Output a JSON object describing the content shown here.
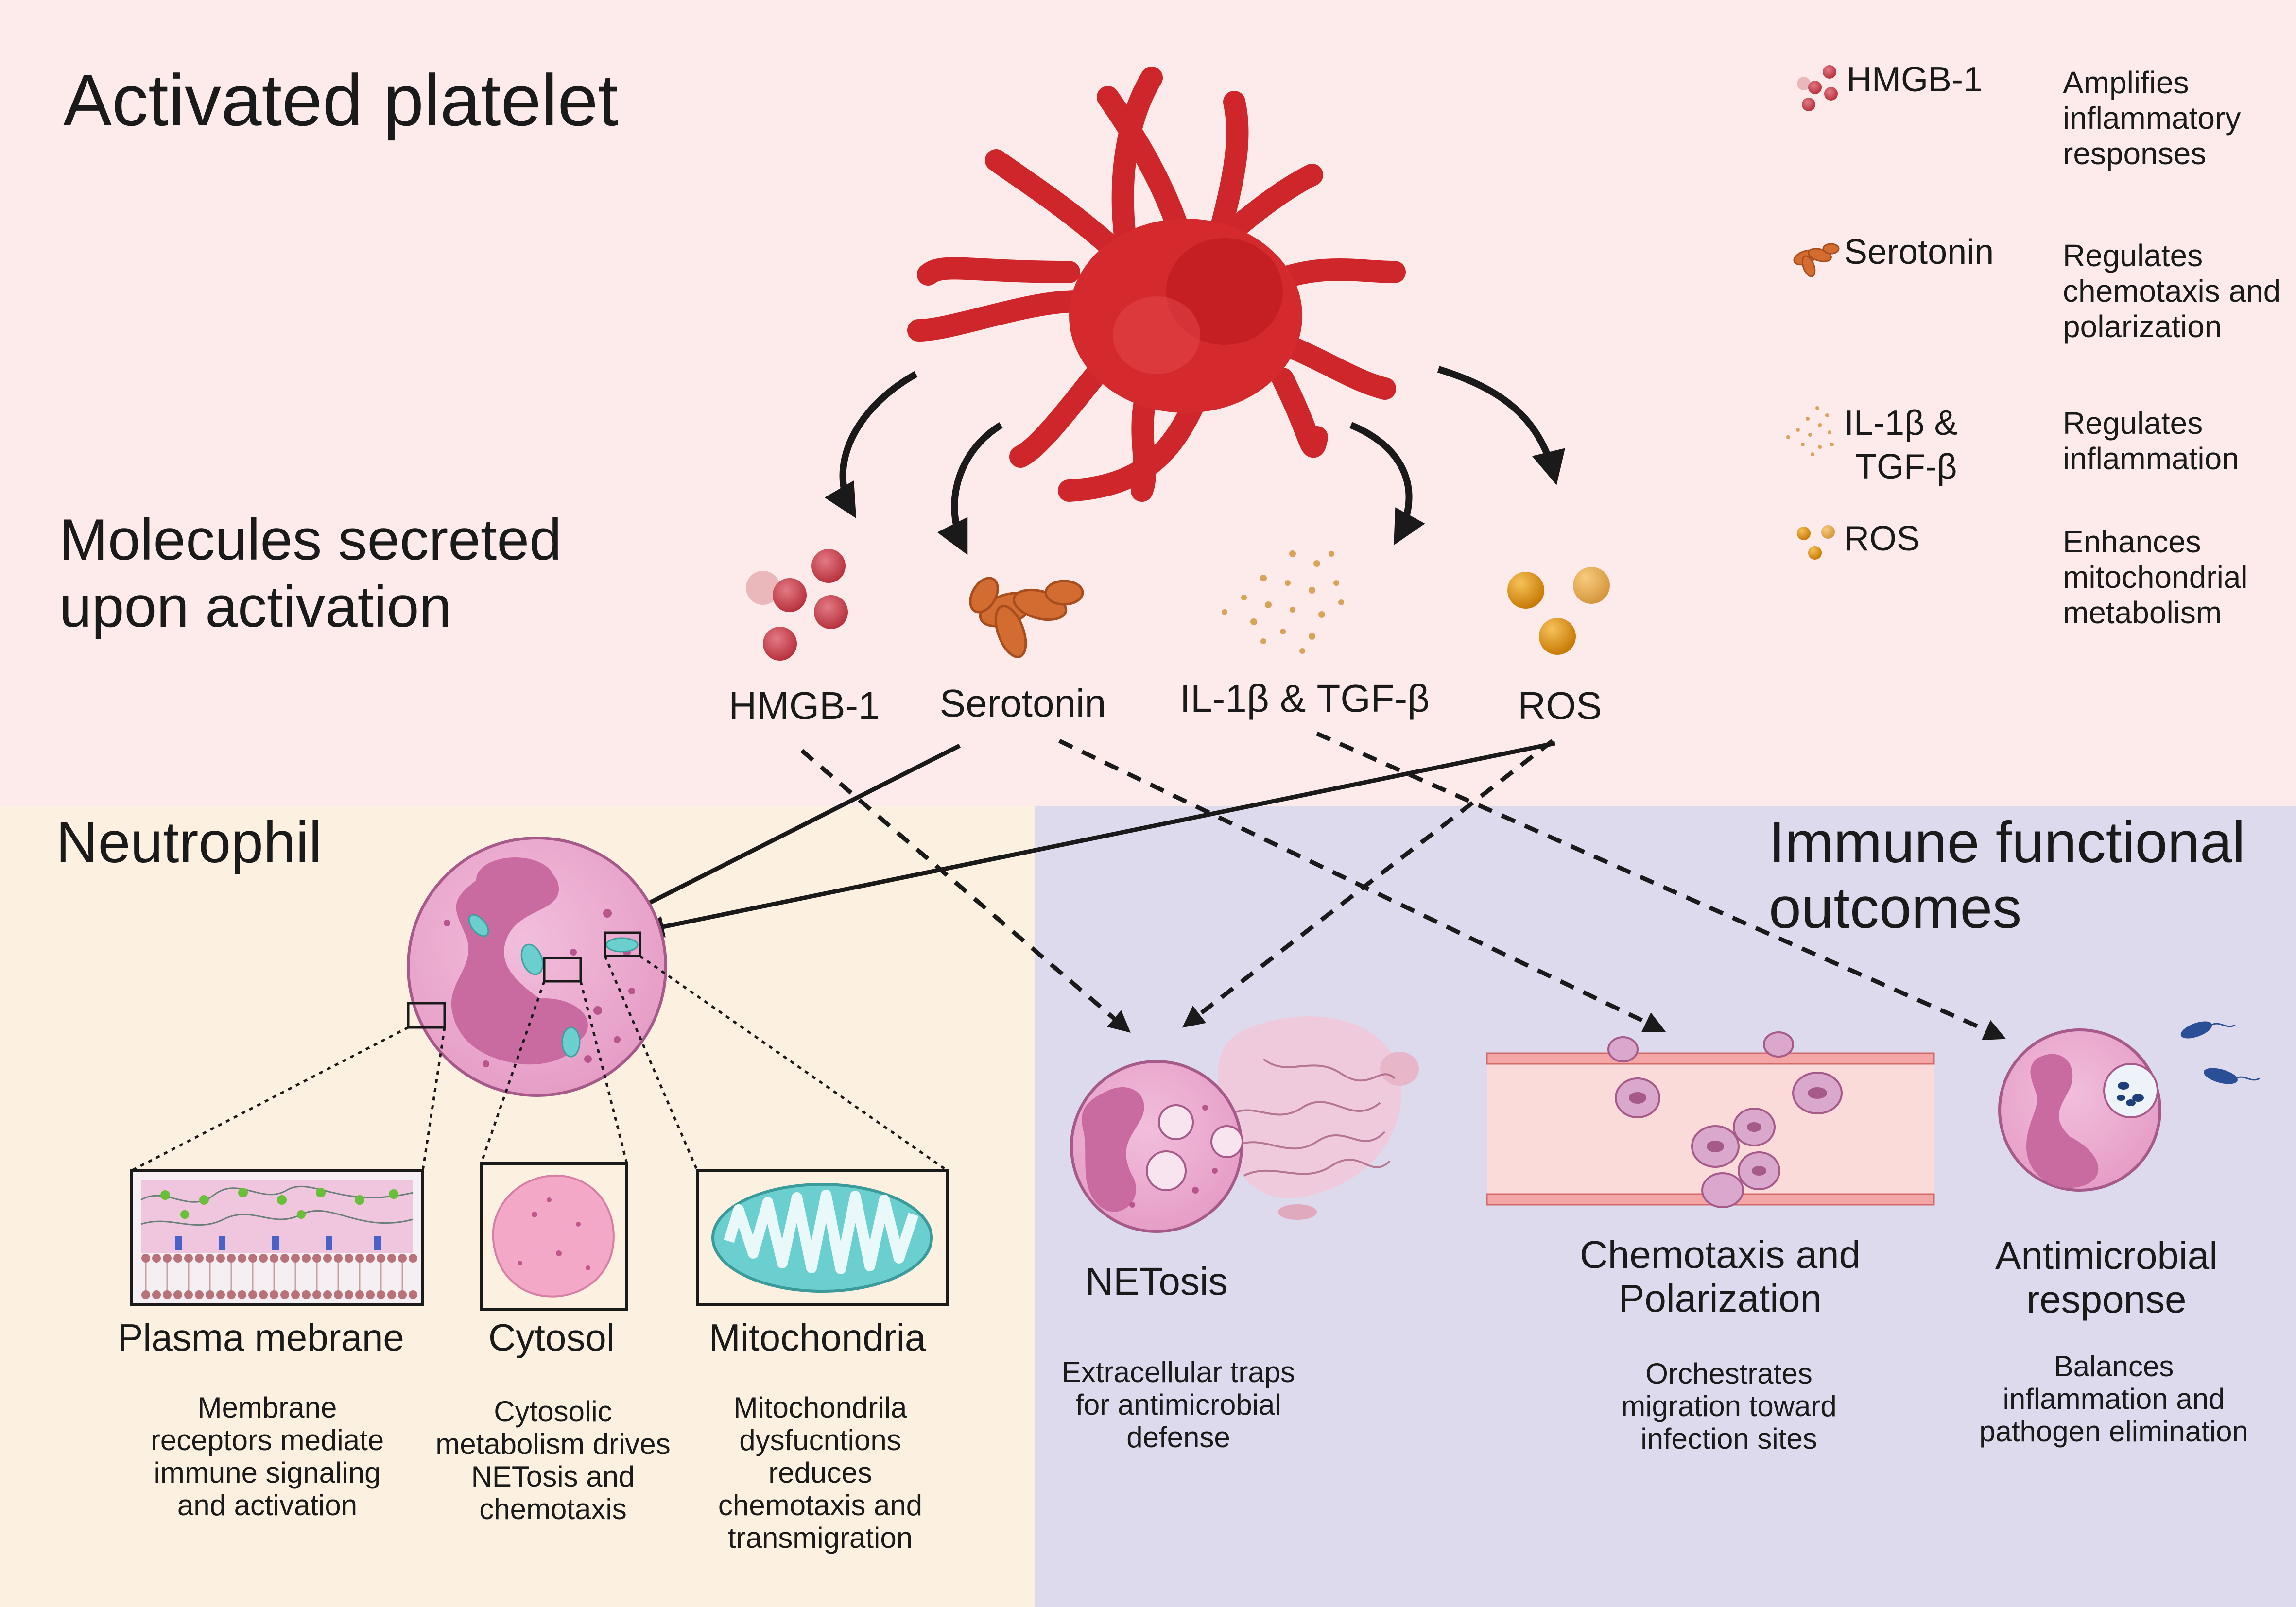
{
  "platelet": {
    "title": "Activated platelet",
    "subtitle_line1": "Molecules secreted",
    "subtitle_line2": "upon activation",
    "molecule_labels": {
      "hmgb1": "HMGB-1",
      "serotonin": "Serotonin",
      "il1b_tgfb": "IL-1β & TGF-β",
      "ros": "ROS"
    }
  },
  "legend": {
    "items": [
      {
        "icon": "hmgb1-cluster-icon",
        "name": "HMGB-1",
        "desc": [
          "Amplifies",
          "inflammatory",
          "responses"
        ]
      },
      {
        "icon": "serotonin-granule-icon",
        "name": "Serotonin",
        "desc": [
          "Regulates",
          "chemotaxis and",
          "polarization"
        ]
      },
      {
        "icon": "cytokine-dots-icon",
        "name_lines": [
          "IL-1β &",
          "TGF-β"
        ],
        "desc": [
          "Regulates",
          "inflammation"
        ]
      },
      {
        "icon": "ros-spheres-icon",
        "name": "ROS",
        "desc": [
          "Enhances",
          "mitochondrial",
          "metabolism"
        ]
      }
    ]
  },
  "neutrophil": {
    "title": "Neutrophil",
    "compartments": [
      {
        "label": "Plasma mebrane",
        "desc": [
          "Membrane",
          "receptors mediate",
          "immune signaling",
          "and activation"
        ]
      },
      {
        "label": "Cytosol",
        "desc": [
          "Cytosolic",
          "metabolism drives",
          "NETosis and",
          "chemotaxis"
        ]
      },
      {
        "label": "Mitochondria",
        "desc": [
          "Mitochondrila",
          "dysfucntions",
          "reduces",
          "chemotaxis and",
          "transmigration"
        ]
      }
    ]
  },
  "outcomes": {
    "title_line1": "Immune functional",
    "title_line2": "outcomes",
    "items": [
      {
        "label": [
          "NETosis"
        ],
        "desc": [
          "Extracellular traps",
          "for antimicrobial",
          "defense"
        ]
      },
      {
        "label": [
          "Chemotaxis and",
          "Polarization"
        ],
        "desc": [
          "Orchestrates",
          "migration toward",
          "infection sites"
        ]
      },
      {
        "label": [
          "Antimicrobial",
          "response"
        ],
        "desc": [
          "Balances",
          "inflammation and",
          "pathogen elimination"
        ]
      }
    ]
  },
  "colors": {
    "top_panel": "#fdeaea",
    "neutrophil_panel": "#fcf0e0",
    "outcomes_panel": "#dedaee",
    "platelet": "#d42a2e",
    "hmgb1": "#c8404c",
    "serotonin": "#d0672f",
    "cytokine": "#d9a45a",
    "ros": "#dc8d12",
    "cell": "#eaa6cd",
    "nucleus": "#c96aa0",
    "mitochondria": "#6ccfcf"
  }
}
